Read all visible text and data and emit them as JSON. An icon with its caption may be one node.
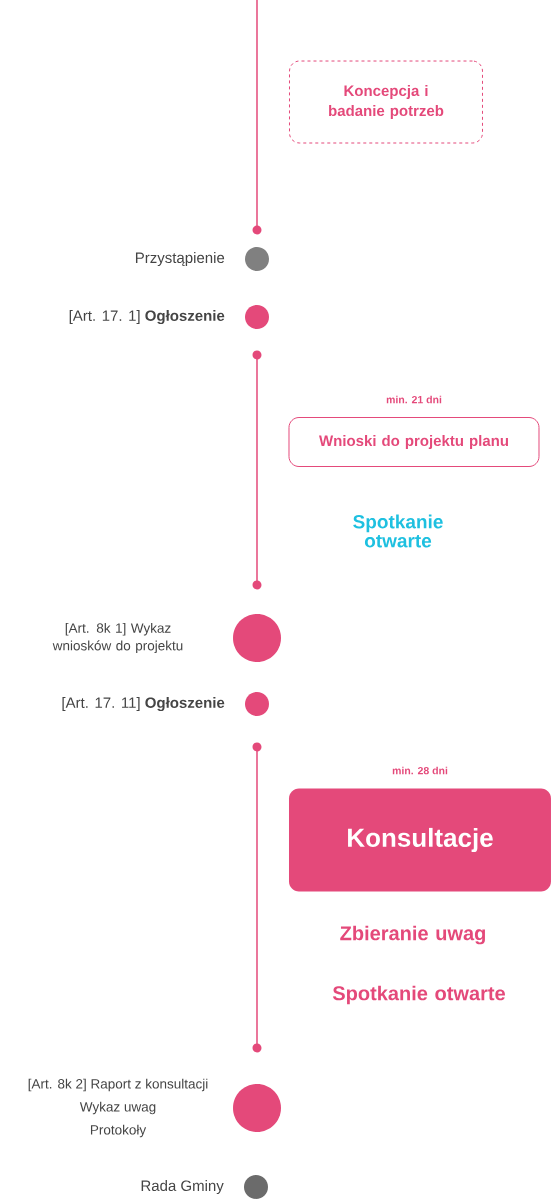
{
  "diagram": {
    "nodes": [
      {
        "text": [
          "Koncepcja i badanie potrzeb"
        ]
      },
      {
        "text": [],
        "shape": "circle",
        "beside": [
          "Przystąpienie"
        ]
      },
      {
        "text": [],
        "shape": "circle",
        "beside": [
          "[Art. 17. 1] **Ogłoszenie**"
        ]
      },
      {
        "text": [
          "Wnioski do projektu planu"
        ],
        "beside": [
          "min. 21 dni"
        ]
      },
      {
        "text": [],
        "shape": "circle",
        "beside": [
          "[Art. 8k 1] Wykaz wniosków do projektu"
        ]
      },
      {
        "text": [],
        "shape": "circle",
        "beside": [
          "[Art. 17. 11] **Ogłoszenie**"
        ]
      },
      {
        "text": [
          "Konsultacje"
        ],
        "beside": [
          "min. 28 dni"
        ]
      },
      {
        "text": [],
        "shape": "circle",
        "beside": [
          "[Art. 8k 2] Raport z konsultacji",
          "Wykaz uwag",
          "Protokoły"
        ]
      },
      {
        "text": [],
        "shape": "circle",
        "beside": [
          "Rada Gminy"
        ]
      }
    ],
    "labels": [
      "Spotkanie otwarte",
      "Zbieranie uwag",
      "Spotkanie otwarte"
    ]
  }
}
